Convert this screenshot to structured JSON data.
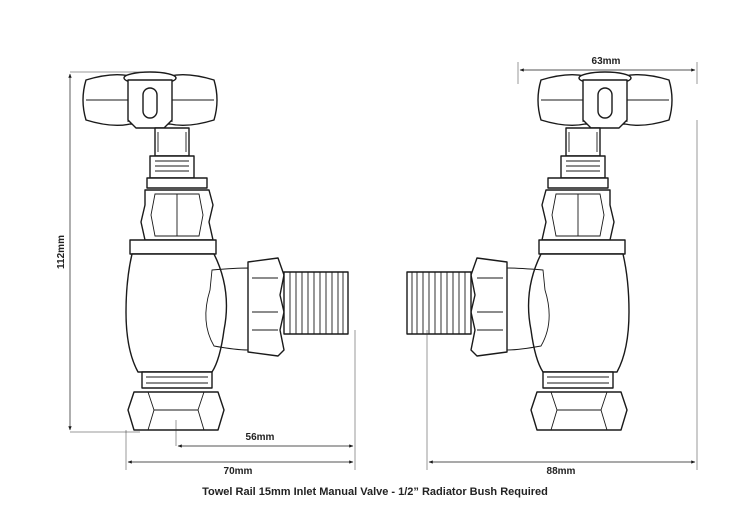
{
  "dimensions": {
    "left_height": "112mm",
    "left_inlet_width": "56mm",
    "left_overall_width": "70mm",
    "right_head_width": "63mm",
    "right_overall_width": "88mm"
  },
  "caption": "Towel Rail 15mm Inlet Manual Valve - 1/2” Radiator Bush Required"
}
